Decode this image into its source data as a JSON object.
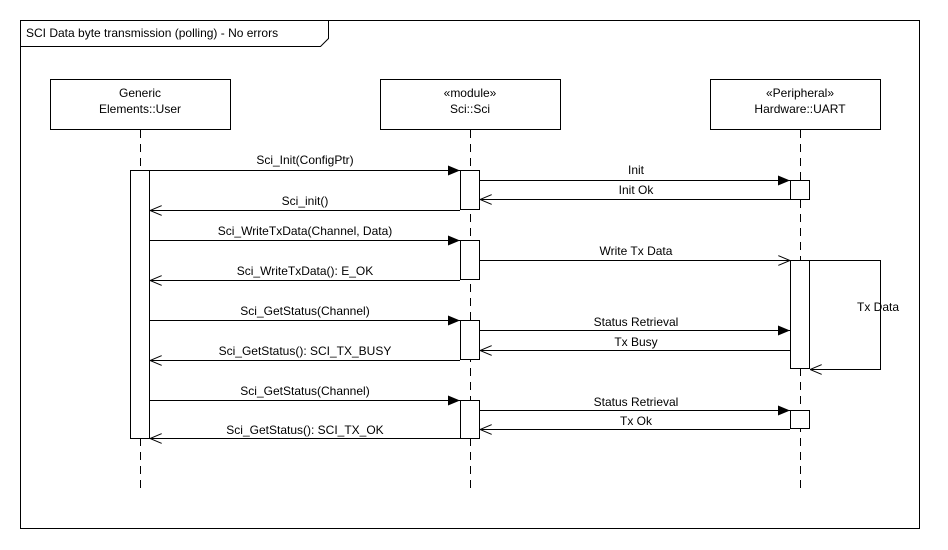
{
  "frame": {
    "title": "SCI Data byte transmission (polling) - No errors"
  },
  "lifelines": [
    {
      "id": "user",
      "line1": "Generic",
      "line2": "Elements::User"
    },
    {
      "id": "sci",
      "line1": "«module»",
      "line2": "Sci::Sci"
    },
    {
      "id": "uart",
      "line1": "«Peripheral»",
      "line2": "Hardware::UART"
    }
  ],
  "messages": [
    {
      "label": "Sci_Init(ConfigPtr)",
      "from": "user",
      "to": "sci",
      "kind": "sync"
    },
    {
      "label": "Init",
      "from": "sci",
      "to": "uart",
      "kind": "sync"
    },
    {
      "label": "Init Ok",
      "from": "uart",
      "to": "sci",
      "kind": "reply"
    },
    {
      "label": "Sci_init()",
      "from": "sci",
      "to": "user",
      "kind": "reply"
    },
    {
      "label": "Sci_WriteTxData(Channel, Data)",
      "from": "user",
      "to": "sci",
      "kind": "sync"
    },
    {
      "label": "Write Tx Data",
      "from": "sci",
      "to": "uart",
      "kind": "async"
    },
    {
      "label": "Sci_WriteTxData(): E_OK",
      "from": "sci",
      "to": "user",
      "kind": "reply"
    },
    {
      "label": "Tx Data",
      "from": "uart",
      "to": "uart",
      "kind": "self"
    },
    {
      "label": "Sci_GetStatus(Channel)",
      "from": "user",
      "to": "sci",
      "kind": "sync"
    },
    {
      "label": "Status Retrieval",
      "from": "sci",
      "to": "uart",
      "kind": "sync"
    },
    {
      "label": "Tx Busy",
      "from": "uart",
      "to": "sci",
      "kind": "reply"
    },
    {
      "label": "Sci_GetStatus(): SCI_TX_BUSY",
      "from": "sci",
      "to": "user",
      "kind": "reply"
    },
    {
      "label": "Sci_GetStatus(Channel)",
      "from": "user",
      "to": "sci",
      "kind": "sync"
    },
    {
      "label": "Status Retrieval",
      "from": "sci",
      "to": "uart",
      "kind": "sync"
    },
    {
      "label": "Tx Ok",
      "from": "uart",
      "to": "sci",
      "kind": "reply"
    },
    {
      "label": "Sci_GetStatus(): SCI_TX_OK",
      "from": "sci",
      "to": "user",
      "kind": "reply"
    }
  ]
}
